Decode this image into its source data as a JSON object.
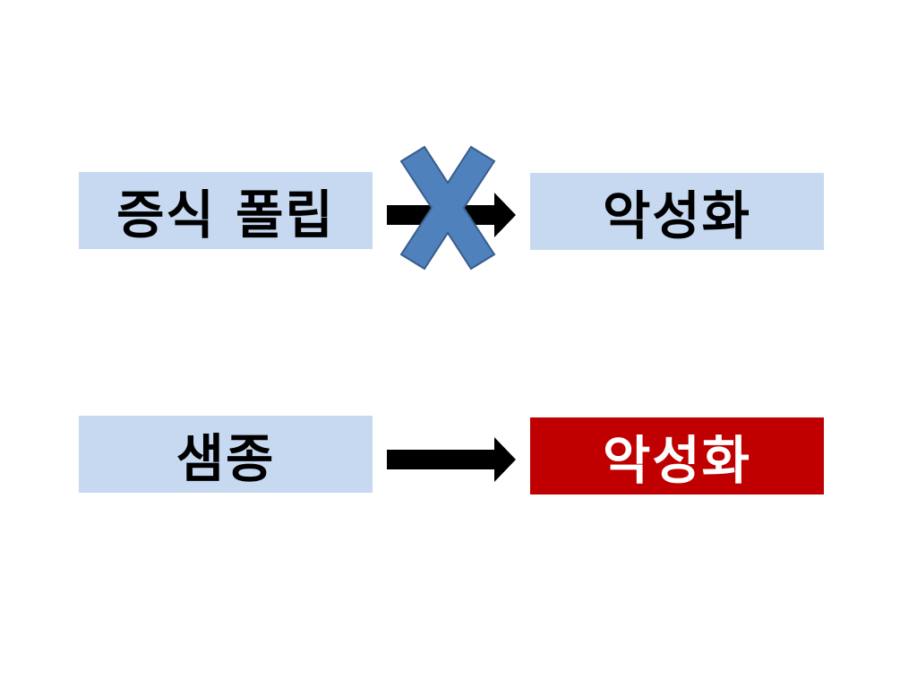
{
  "diagram": {
    "row1": {
      "source_label": "증식 폴립",
      "target_label": "악성화",
      "blocked": true
    },
    "row2": {
      "source_label": "샘종",
      "target_label": "악성화",
      "blocked": false
    }
  },
  "colors": {
    "box_light": "#c6d9f0",
    "box_highlight": "#c00000",
    "arrow": "#000000",
    "cross_fill": "#4f81bd",
    "cross_stroke": "#385d8a"
  },
  "icons": {
    "arrow": "arrow-right-icon",
    "cross": "x-mark-icon"
  }
}
